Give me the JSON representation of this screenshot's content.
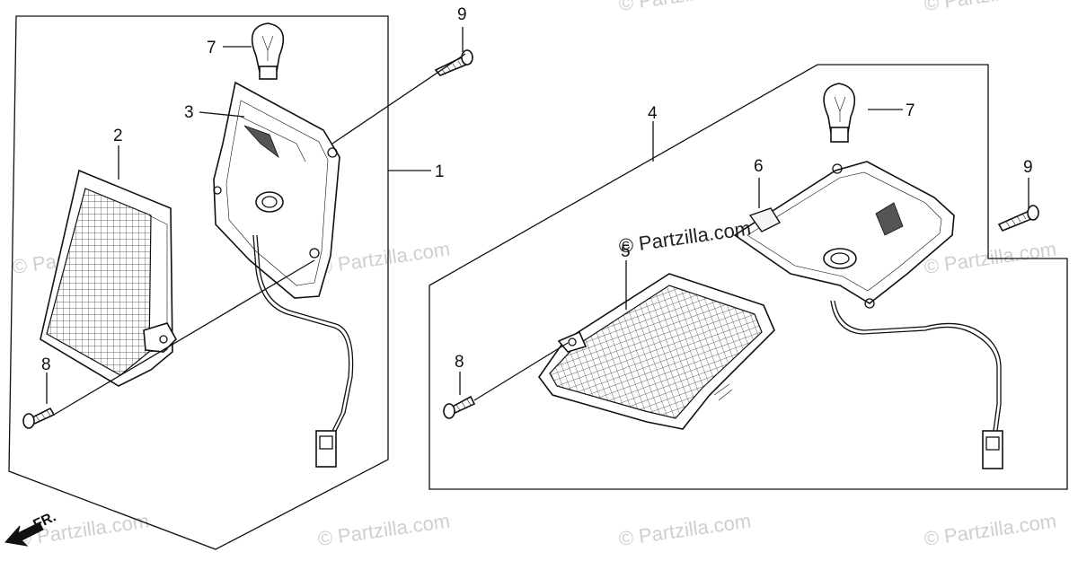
{
  "callouts": {
    "left_frame": "1",
    "lens": "2",
    "reflector": "3",
    "right_assembly": "4",
    "right_lens": "5",
    "right_housing": "6",
    "bulb": "7",
    "screw_short": "8",
    "screw_long": "9"
  },
  "direction_label": "FR.",
  "watermark": {
    "text": "© Partzilla.com"
  }
}
